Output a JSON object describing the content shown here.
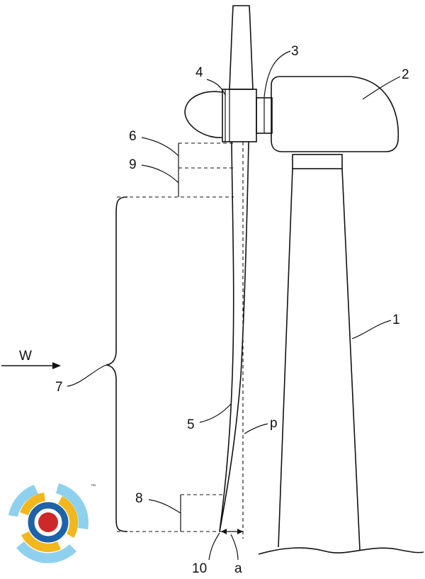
{
  "diagram": {
    "labels": {
      "tower": "1",
      "nacelle": "2",
      "shaft": "3",
      "hub": "4",
      "blade": "5",
      "root_section": "6",
      "mid_section": "7",
      "tip_section": "8",
      "transition_section": "9",
      "blade_tip": "10",
      "clearance": "a",
      "plane": "p",
      "wind": "W"
    },
    "logo": {
      "name": "target-logo",
      "trademark": "™",
      "colors": {
        "outer_ring": "#8fd0ee",
        "middle_ring": "#f2b71c",
        "inner_ring": "#1e63a8",
        "center": "#cc2a2a"
      }
    }
  }
}
